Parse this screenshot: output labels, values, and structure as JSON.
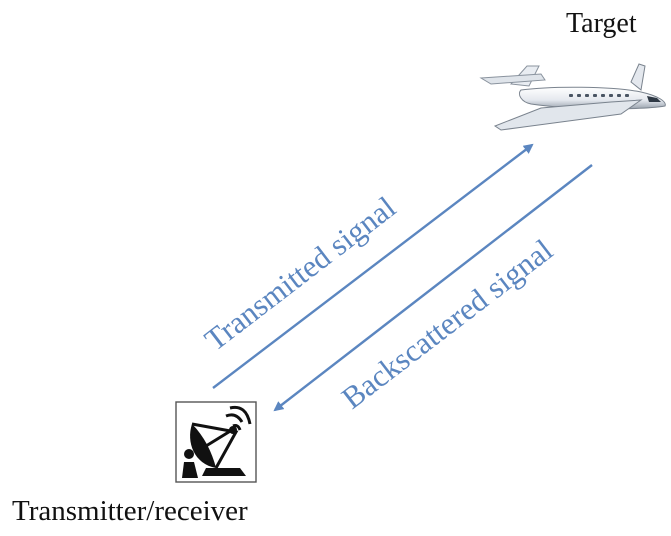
{
  "labels": {
    "target": "Target",
    "transmitter": "Transmitter/receiver",
    "transmitted_signal": "Transmitted signal",
    "backscattered_signal": "Backscattered signal"
  },
  "icons": {
    "target": "airplane-icon",
    "transmitter": "satellite-dish-icon"
  },
  "colors": {
    "signal": "#5b86c0",
    "text": "#111111"
  }
}
